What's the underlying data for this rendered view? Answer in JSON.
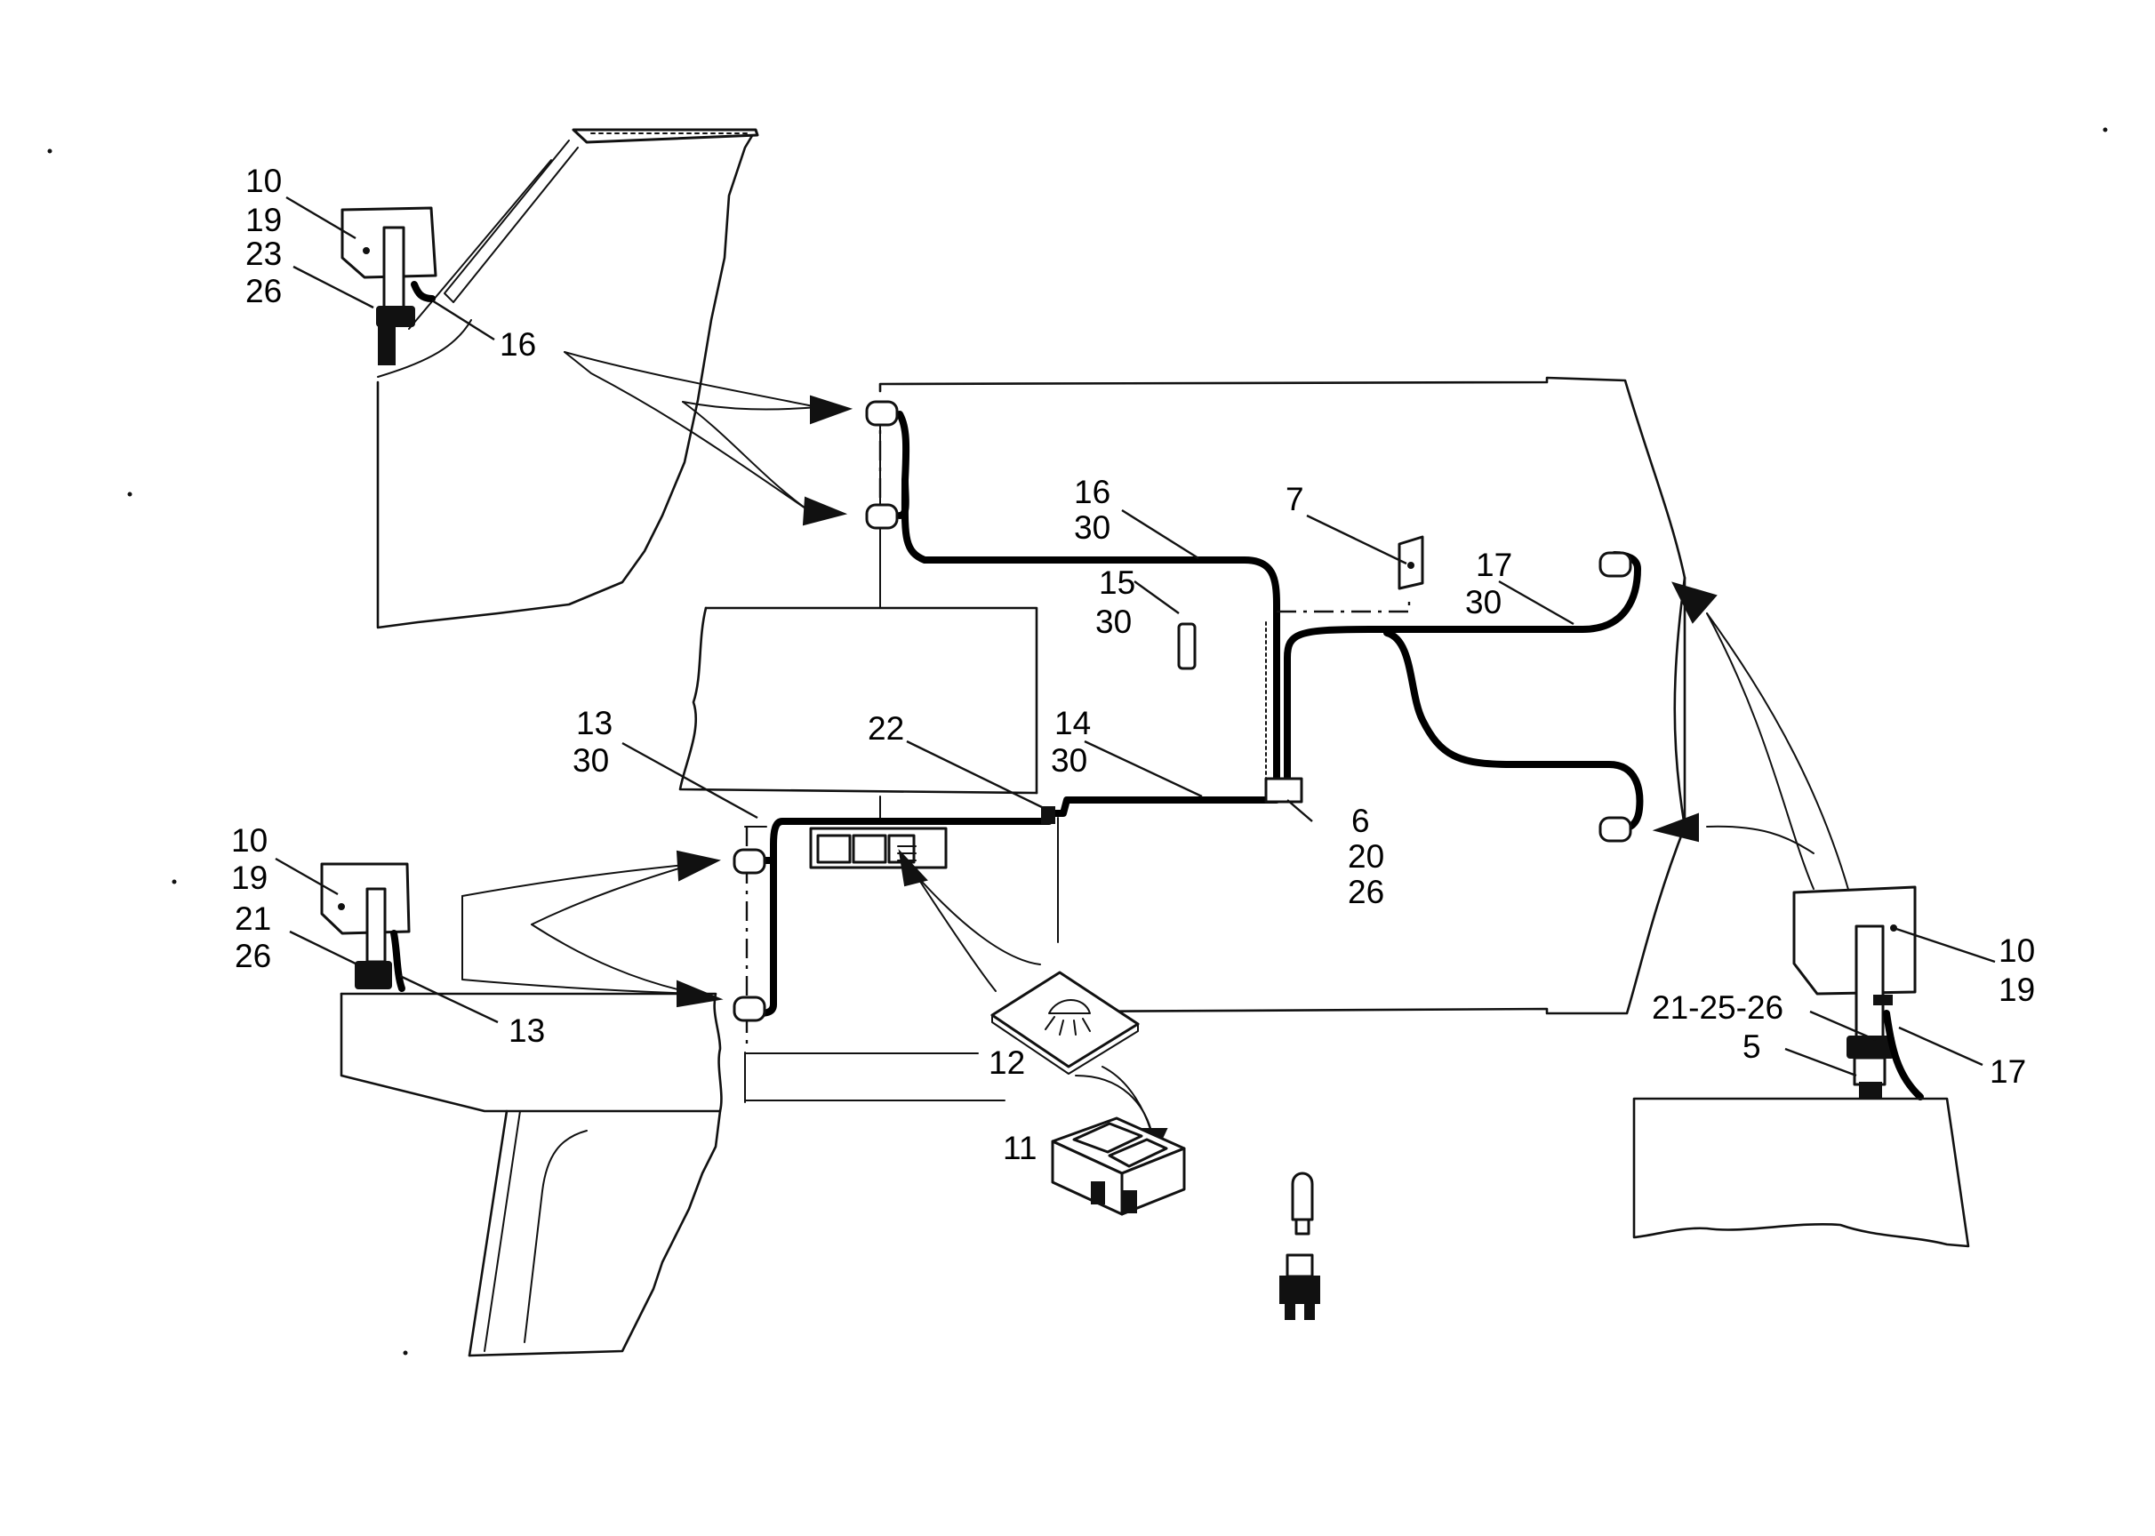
{
  "callouts": {
    "top_left_unit": [
      "10",
      "19"
    ],
    "top_left_socket": [
      "23",
      "26"
    ],
    "top_left_cable": "16",
    "cable_16": [
      "16",
      "30"
    ],
    "relay_7": "7",
    "fuse_15": [
      "15",
      "30"
    ],
    "cable_17": [
      "17",
      "30"
    ],
    "cable_13": [
      "13",
      "30"
    ],
    "connector_22": "22",
    "cable_14": [
      "14",
      "30"
    ],
    "junction_6": [
      "6",
      "20",
      "26"
    ],
    "bottom_left_unit": [
      "10",
      "19"
    ],
    "bottom_left_socket": [
      "21",
      "26"
    ],
    "bottom_left_cable": "13",
    "switch_cover_12": "12",
    "switch_11": "11",
    "right_unit": [
      "10",
      "19"
    ],
    "right_socket": "21-25-26",
    "right_base": "5",
    "right_cable": "17"
  }
}
